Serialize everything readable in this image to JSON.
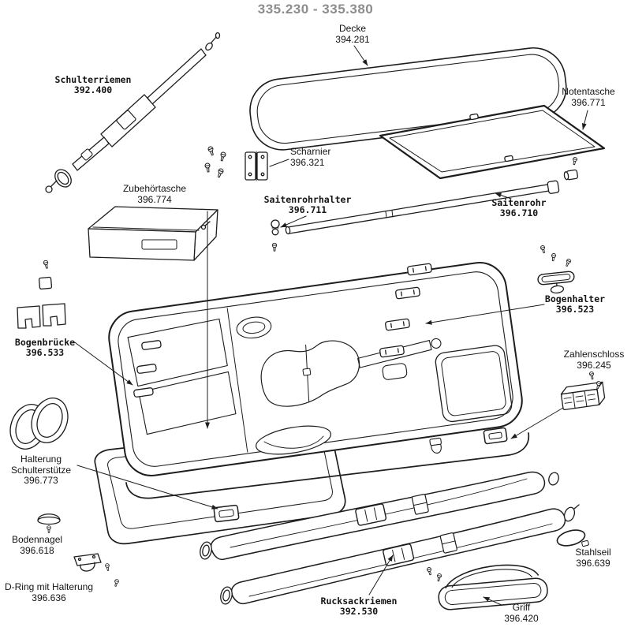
{
  "title": "335.230 - 335.380",
  "colors": {
    "line": "#1d1d1d",
    "title_gray": "#8d8d8d"
  },
  "parts": {
    "schulterriemen": {
      "name": "Schulterriemen",
      "part": "392.400"
    },
    "decke": {
      "name": "Decke",
      "part": "394.281"
    },
    "notentasche": {
      "name": "Notentasche",
      "part": "396.771"
    },
    "scharnier": {
      "name": "Scharnier",
      "part": "396.321"
    },
    "zubehoertasche": {
      "name": "Zubehörtasche",
      "part": "396.774"
    },
    "saitenrohrhalter": {
      "name": "Saitenrohrhalter",
      "part": "396.711"
    },
    "saitenrohr": {
      "name": "Saitenrohr",
      "part": "396.710"
    },
    "bogenhalter": {
      "name": "Bogenhalter",
      "part": "396.523"
    },
    "bogenbruecke": {
      "name": "Bogenbrücke",
      "part": "396.533"
    },
    "zahlenschloss": {
      "name": "Zahlenschloss",
      "part": "396.245"
    },
    "halterung": {
      "name": "Halterung Schulterstütze",
      "part": "396.773"
    },
    "bodennagel": {
      "name": "Bodennagel",
      "part": "396.618"
    },
    "dring": {
      "name": "D-Ring mit Halterung",
      "part": "396.636"
    },
    "rucksackriemen": {
      "name": "Rucksackriemen",
      "part": "392.530"
    },
    "stahlseil": {
      "name": "Stahlseil",
      "part": "396.639"
    },
    "griff": {
      "name": "Griff",
      "part": "396.420"
    }
  }
}
